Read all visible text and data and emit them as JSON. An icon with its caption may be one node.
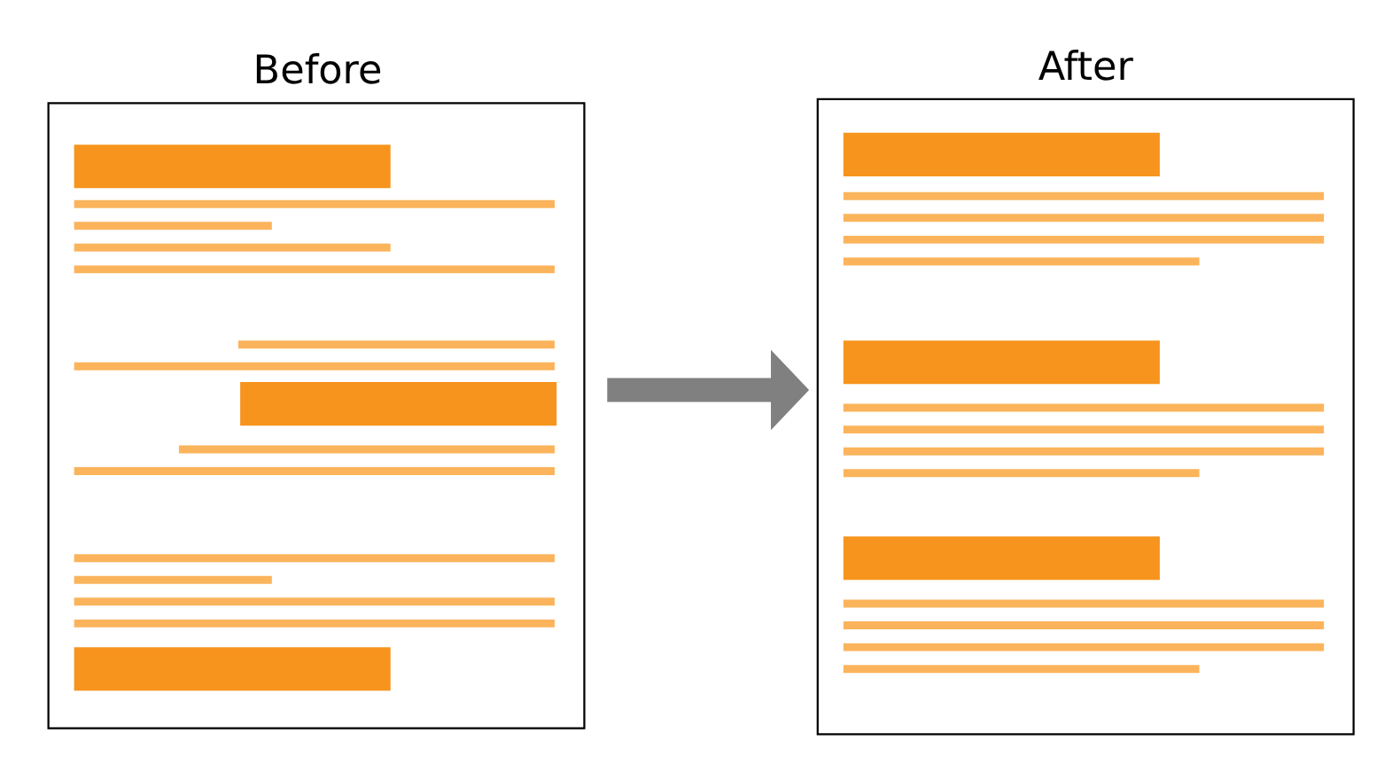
{
  "diagram": {
    "nodes": [
      {
        "text": [
          "Before"
        ]
      },
      {
        "text": [
          "After"
        ]
      }
    ],
    "edges": [
      {
        "from": 0,
        "to": 1,
        "arrow": "to",
        "color": "#808080"
      }
    ]
  }
}
